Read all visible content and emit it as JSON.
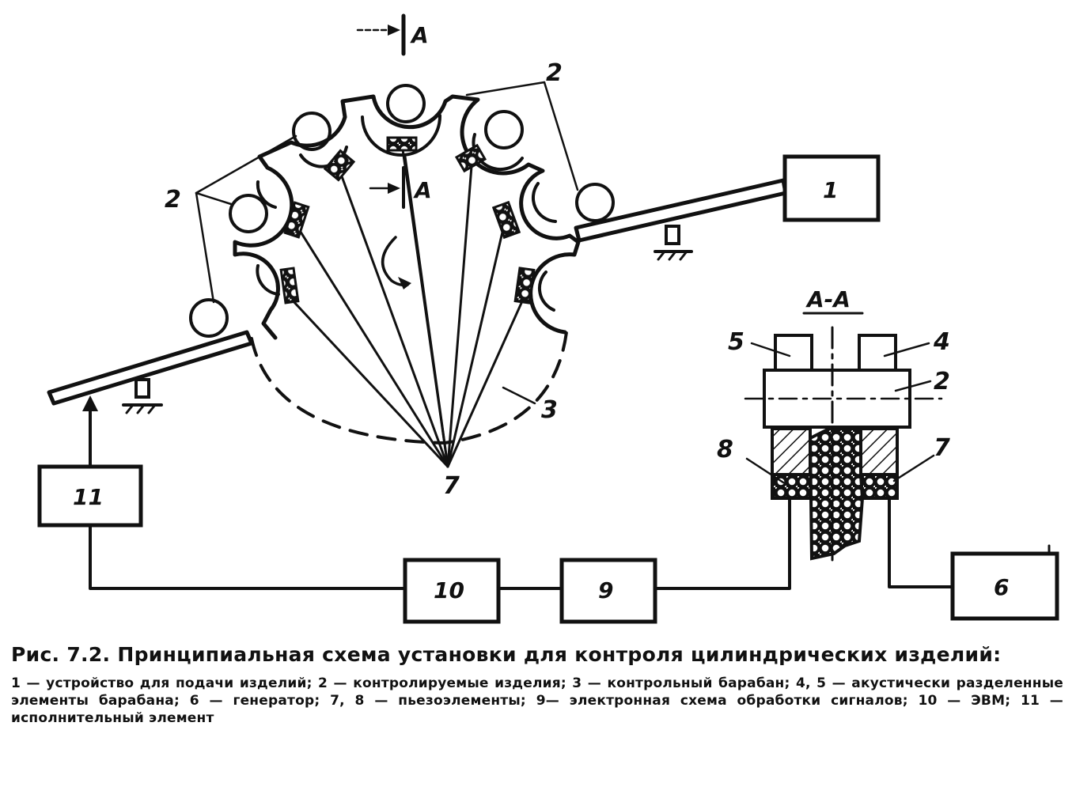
{
  "diagram": {
    "section_top_label": "A",
    "section_mid_label": "A",
    "section_view_title": "A-A",
    "labels": {
      "block_1": "1",
      "block_6": "6",
      "block_9": "9",
      "block_10": "10",
      "block_11": "11",
      "items_2_top": "2",
      "items_2_left": "2",
      "drum_3": "3",
      "center_7": "7",
      "section_2": "2",
      "section_4": "4",
      "section_5": "5",
      "section_7": "7",
      "section_8": "8"
    }
  },
  "caption": {
    "title": "Рис. 7.2. Принципиальная схема установки для контроля цилиндрических изделий:",
    "legend": "1 — устройство для подачи изделий; 2 — контролируемые изделия; 3 — контрольный барабан; 4, 5 — акустически разделенные элементы барабана; 6 — генератор; 7, 8 — пьезоэлементы; 9— электронная схема обработки сигналов; 10 — ЭВМ; 11 — исполнительный элемент"
  }
}
